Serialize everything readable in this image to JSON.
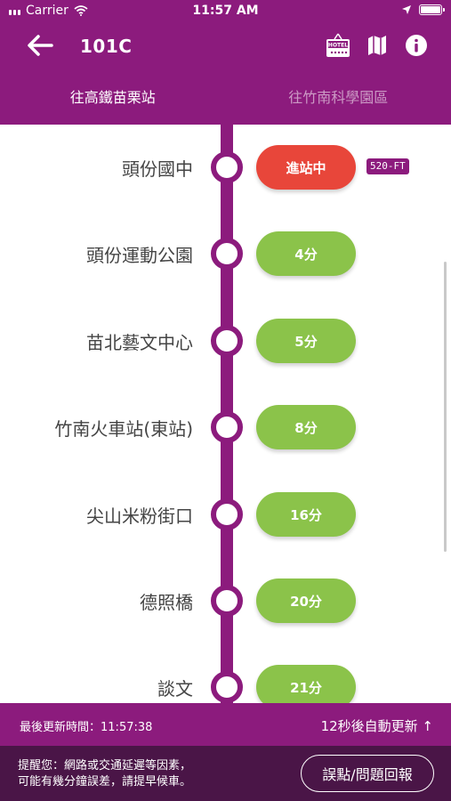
{
  "status_bar": {
    "carrier": "Carrier",
    "time": "11:57 AM"
  },
  "nav": {
    "route_number": "101C",
    "icons": [
      "back-arrow-icon",
      "hotel-icon",
      "map-icon",
      "info-icon"
    ]
  },
  "tabs": [
    {
      "label": "往高鐵苗栗站",
      "active": true
    },
    {
      "label": "往竹南科學園區",
      "active": false
    }
  ],
  "stops": [
    {
      "name": "頭份國中",
      "eta": "進站中",
      "status": "arriving",
      "plate": "520-FT"
    },
    {
      "name": "頭份運動公園",
      "eta": "4分",
      "status": "upcoming"
    },
    {
      "name": "苗北藝文中心",
      "eta": "5分",
      "status": "upcoming"
    },
    {
      "name": "竹南火車站(東站)",
      "eta": "8分",
      "status": "upcoming"
    },
    {
      "name": "尖山米粉街口",
      "eta": "16分",
      "status": "upcoming"
    },
    {
      "name": "德照橋",
      "eta": "20分",
      "status": "upcoming"
    },
    {
      "name": "談文",
      "eta": "21分",
      "status": "upcoming"
    }
  ],
  "update": {
    "last_updated_label": "最後更新時間：",
    "last_updated_time": "11:57:38",
    "auto_refresh": "12秒後自動更新 ↑"
  },
  "footer": {
    "note_line1": "提醒您：網路或交通延遲等因素，",
    "note_line2": "可能有幾分鐘誤差，請提早候車。",
    "report_button": "誤點/問題回報"
  },
  "colors": {
    "brand": "#8c1b7d",
    "footer": "#4a1547",
    "eta_green": "#8bc34a",
    "eta_arriving": "#e8463a"
  }
}
